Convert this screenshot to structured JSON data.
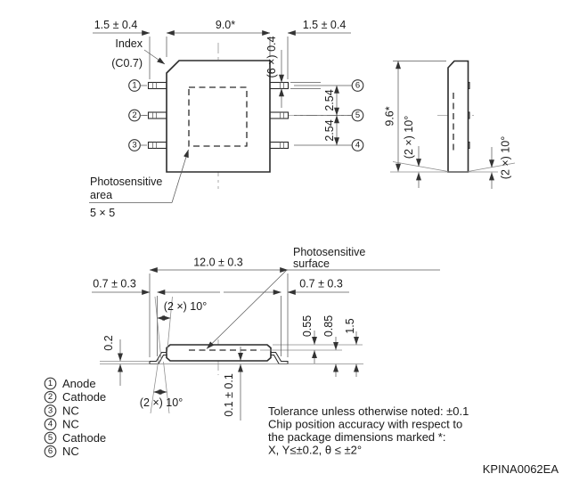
{
  "drawing": {
    "top_view": {
      "dim_lead_left": "1.5 ± 0.4",
      "dim_body_width": "9.0*",
      "dim_lead_right": "1.5 ± 0.4",
      "index_label": "Index",
      "index_chamfer": "(C0.7)",
      "lead_width": "(6 ×) 0.4",
      "pitch_upper": "2.54",
      "pitch_lower": "2.54",
      "pin_numbers_left": [
        "1",
        "2",
        "3"
      ],
      "pin_numbers_right": [
        "6",
        "5",
        "4"
      ],
      "photosensitive_line1": "Photosensitive",
      "photosensitive_line2": "area",
      "photosensitive_size": "5 × 5"
    },
    "side_view": {
      "dim_height": "9.6*",
      "angle_left": "(2 ×) 10°",
      "angle_right": "(2 ×) 10°"
    },
    "front_view": {
      "dim_overall": "12.0 ± 0.3",
      "dim_foot_left": "0.7 ± 0.3",
      "dim_foot_right": "0.7 ± 0.3",
      "angle_top": "(2 ×) 10°",
      "angle_bottom": "(2 ×) 10°",
      "dim_lead_thickness": "0.2",
      "dim_standoff": "0.1 ± 0.1",
      "dim_surface_depth": "0.55",
      "dim_surface_height": "0.85",
      "dim_body_height": "1.5",
      "surface_line1": "Photosensitive",
      "surface_line2": "surface"
    },
    "pin_functions": [
      {
        "num": "1",
        "name": "Anode"
      },
      {
        "num": "2",
        "name": "Cathode"
      },
      {
        "num": "3",
        "name": "NC"
      },
      {
        "num": "4",
        "name": "NC"
      },
      {
        "num": "5",
        "name": "Cathode"
      },
      {
        "num": "6",
        "name": "NC"
      }
    ],
    "notes": [
      "Tolerance unless otherwise noted: ±0.1",
      "Chip position accuracy with respect to",
      "the package dimensions marked *:",
      "X, Y≤±0.2, θ ≤ ±2°"
    ],
    "doc_number": "KPINA0062EA"
  }
}
